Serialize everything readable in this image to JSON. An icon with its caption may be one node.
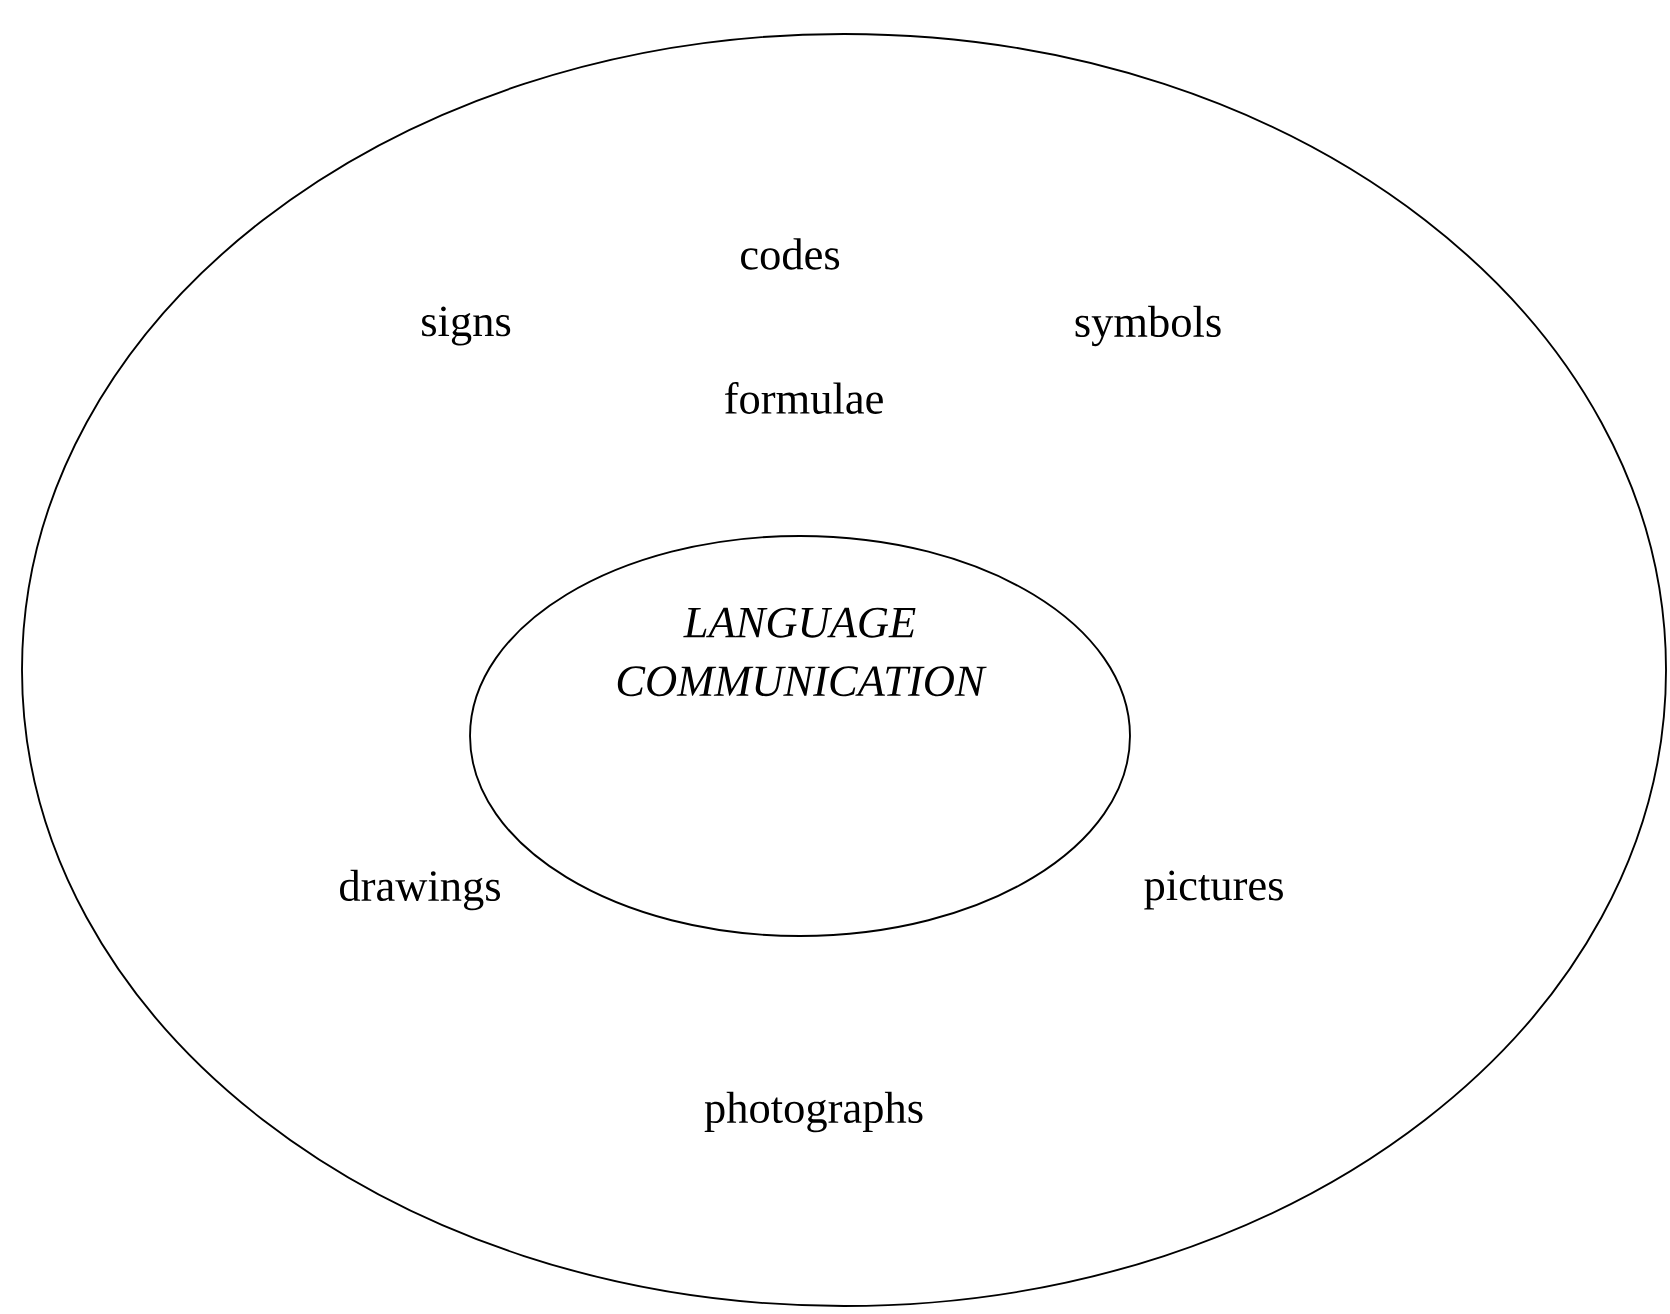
{
  "diagram": {
    "nodes": [
      {
        "text": [
          "codes",
          "signs",
          "symbols",
          "formulae",
          "drawings",
          "pictures",
          "photographs"
        ]
      },
      {
        "text": [
          "LANGUAGE COMMUNICATION"
        ],
        "in": 0
      }
    ]
  }
}
